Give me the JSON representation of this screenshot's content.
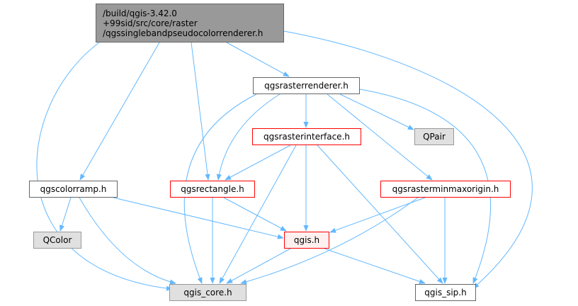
{
  "nodes": {
    "root": {
      "line1": "/build/qgis-3.42.0",
      "line2": "+99sid/src/core/raster",
      "line3": "/qgssinglebandpseudocolorrenderer.h"
    },
    "qgsrasterrenderer": "qgsrasterrenderer.h",
    "qgsrasterinterface": "qgsrasterinterface.h",
    "qpair": "QPair",
    "qgscolorramp": "qgscolorramp.h",
    "qgsrectangle": "qgsrectangle.h",
    "qgsrasterminmaxorigin": "qgsrasterminmaxorigin.h",
    "qcolor": "QColor",
    "qgis": "qgis.h",
    "qgis_core": "qgis_core.h",
    "qgis_sip": "qgis_sip.h"
  },
  "edges": [
    [
      "root",
      "qgsrasterrenderer"
    ],
    [
      "root",
      "qgscolorramp"
    ],
    [
      "root",
      "qgsrectangle"
    ],
    [
      "root",
      "qgis_core"
    ],
    [
      "root",
      "qgis_sip"
    ],
    [
      "qgsrasterrenderer",
      "qgsrasterinterface"
    ],
    [
      "qgsrasterrenderer",
      "qpair"
    ],
    [
      "qgsrasterrenderer",
      "qgsrectangle"
    ],
    [
      "qgsrasterrenderer",
      "qgsrasterminmaxorigin"
    ],
    [
      "qgsrasterrenderer",
      "qgis_core"
    ],
    [
      "qgsrasterrenderer",
      "qgis_sip"
    ],
    [
      "qgsrasterinterface",
      "qgsrectangle"
    ],
    [
      "qgsrasterinterface",
      "qgis"
    ],
    [
      "qgsrasterinterface",
      "qgis_core"
    ],
    [
      "qgsrasterinterface",
      "qgis_sip"
    ],
    [
      "qgscolorramp",
      "qcolor"
    ],
    [
      "qgscolorramp",
      "qgis"
    ],
    [
      "qgscolorramp",
      "qgis_core"
    ],
    [
      "qgsrectangle",
      "qgis"
    ],
    [
      "qgsrectangle",
      "qgis_core"
    ],
    [
      "qgsrasterminmaxorigin",
      "qgis"
    ],
    [
      "qgsrasterminmaxorigin",
      "qgis_core"
    ],
    [
      "qgsrasterminmaxorigin",
      "qgis_sip"
    ],
    [
      "qgis",
      "qgis_core"
    ],
    [
      "qgis",
      "qgis_sip"
    ]
  ],
  "colors": {
    "edge": "#63b8ff",
    "root_fill": "#999999",
    "system_fill": "#e0e0e0",
    "red_border": "#ff0000",
    "default_border": "#666666"
  }
}
